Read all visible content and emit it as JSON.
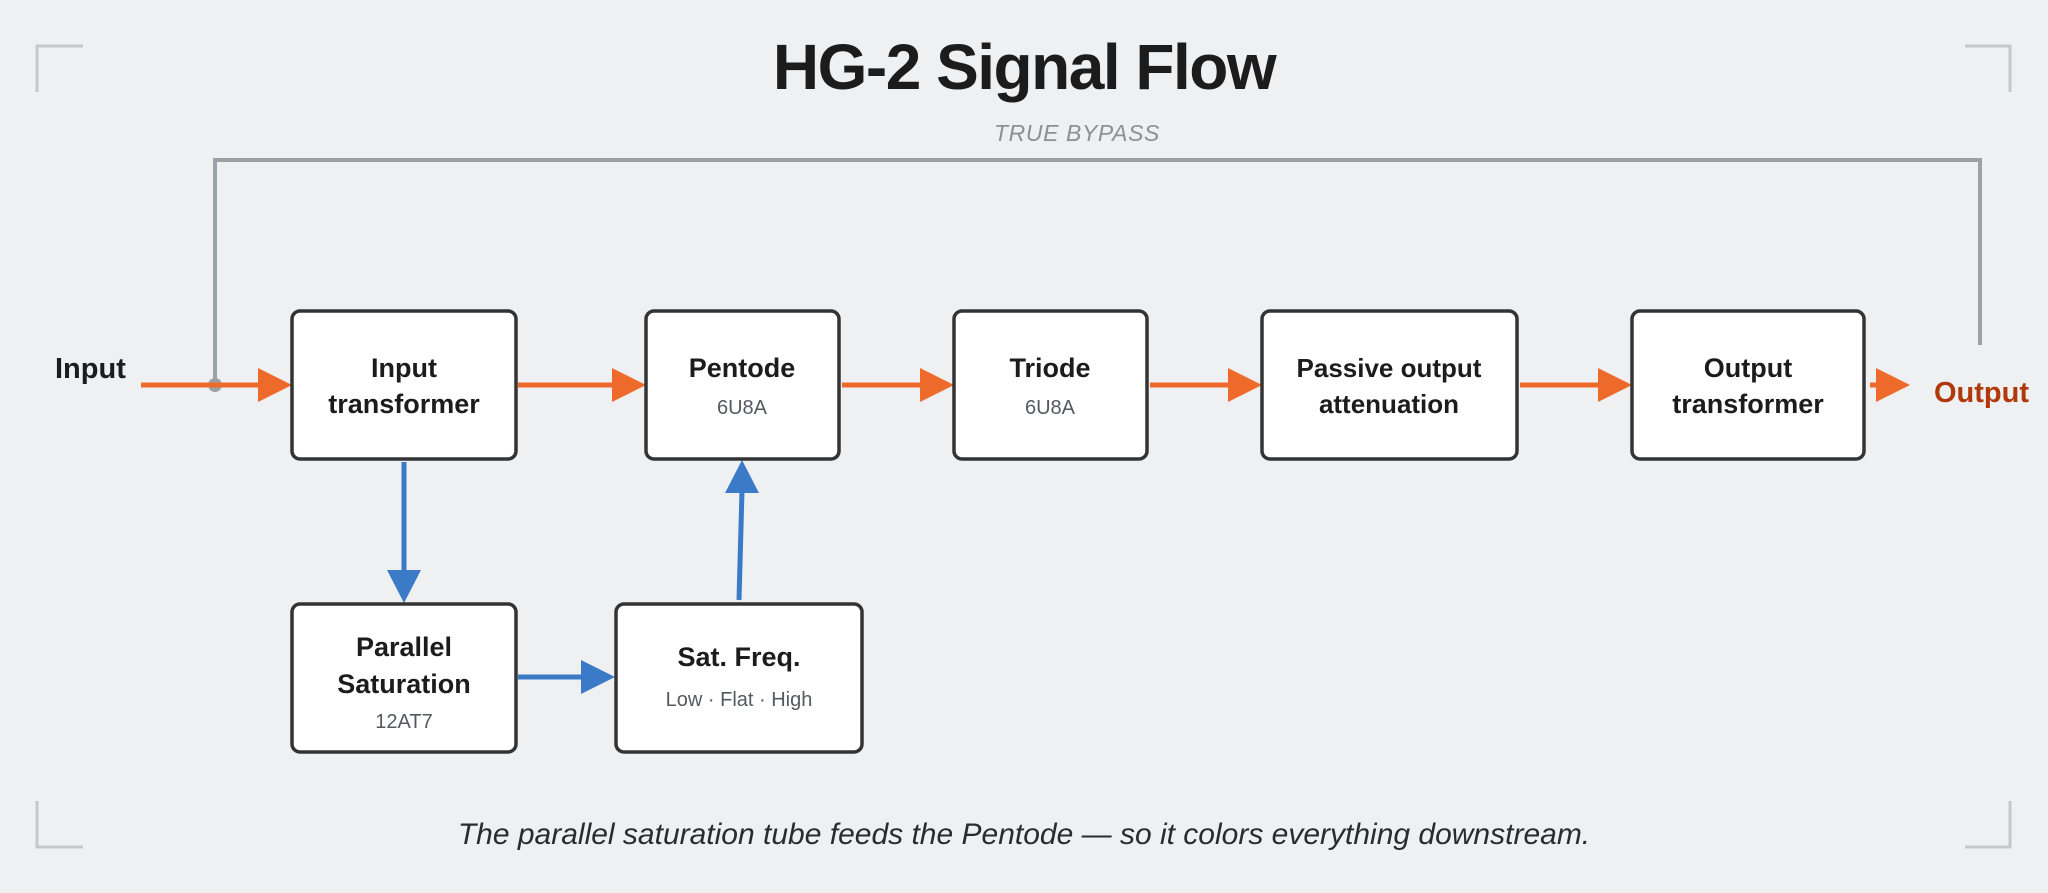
{
  "title": "HG-2 Signal Flow",
  "bypass": {
    "label": "TRUE BYPASS"
  },
  "input_label": "Input",
  "output_label": "Output",
  "blocks": {
    "input_transformer": {
      "lines": [
        "Input",
        "transformer"
      ],
      "sub": ""
    },
    "pentode": {
      "lines": [
        "Pentode"
      ],
      "sub": "6U8A"
    },
    "triode": {
      "lines": [
        "Triode"
      ],
      "sub": "6U8A"
    },
    "passive_attenuation": {
      "lines": [
        "Passive output",
        "attenuation"
      ],
      "sub": ""
    },
    "output_transformer": {
      "lines": [
        "Output",
        "transformer"
      ],
      "sub": ""
    },
    "parallel_saturation": {
      "lines": [
        "Parallel",
        "Saturation"
      ],
      "sub": "12AT7"
    },
    "sat_freq": {
      "lines": [
        "Sat. Freq."
      ],
      "sub": "Low · Flat · High"
    }
  },
  "caption": "The parallel saturation tube feeds the Pentode — so it colors everything downstream.",
  "colors": {
    "background": "#eff0f2",
    "main_signal": "#ee6a2b",
    "saturation_path": "#3b7ac7",
    "bypass_line": "#9aa1a7",
    "output_label": "#b0390b",
    "box_border": "#333333"
  }
}
